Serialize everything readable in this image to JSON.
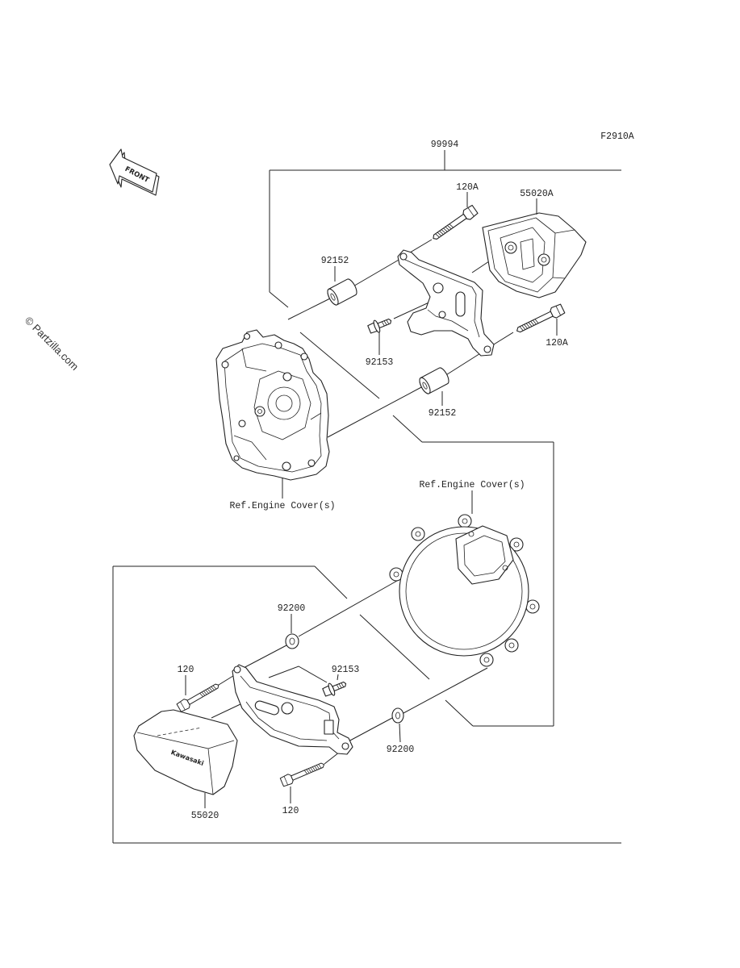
{
  "diagram_code": "F2910A",
  "front_arrow_label": "FRONT",
  "watermark": "© Partzilla.com",
  "logo_text": "Kawasaki",
  "callouts": {
    "kit_99994": "99994",
    "bolt_120a_top": "120A",
    "slider_cap_55020a": "55020A",
    "collar_92152_upper": "92152",
    "bolt_92153_upper": "92153",
    "bolt_120a_right": "120A",
    "collar_92152_lower": "92152",
    "ref_engine_cover_left": "Ref.Engine Cover(s)",
    "ref_engine_cover_right": "Ref.Engine Cover(s)",
    "washer_92200_upper": "92200",
    "bolt_120_left": "120",
    "bolt_92153_lower": "92153",
    "washer_92200_lower": "92200",
    "slider_cap_55020": "55020",
    "bolt_120_bottom": "120"
  },
  "colors": {
    "line": "#222222",
    "background": "#ffffff"
  }
}
